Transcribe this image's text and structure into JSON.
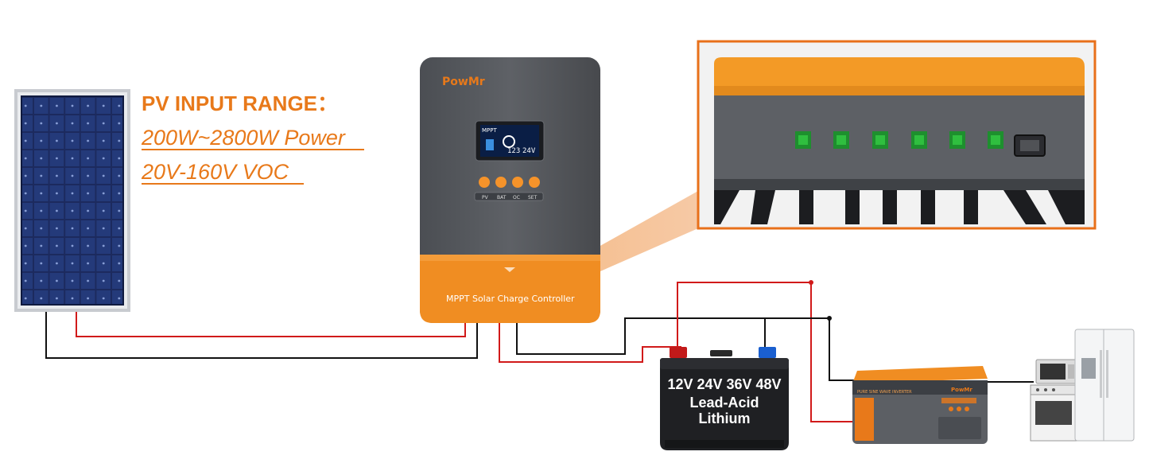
{
  "pv_range": {
    "title": "PV INPUT RANGE：",
    "power": "200W~2800W Power",
    "voc": "20V-160V VOC"
  },
  "controller": {
    "brand": "PowMr",
    "label": "MPPT Solar Charge Controller",
    "display_values": [
      "123",
      "24V"
    ],
    "buttons": [
      "PV",
      "BAT",
      "OC",
      "SET"
    ]
  },
  "battery": {
    "voltages": "12V 24V 36V 48V",
    "type1": "Lead-Acid",
    "type2": "Lithium"
  },
  "inverter": {
    "brand": "PowMr",
    "label": "PURE SINE WAVE INVERTER"
  },
  "colors": {
    "accent": "#e8791a",
    "housing": "#55585d",
    "wire_red": "#d11a1a",
    "wire_black": "#111111",
    "callout_border": "#e8701a",
    "terminal_green": "#2fbf3f"
  }
}
